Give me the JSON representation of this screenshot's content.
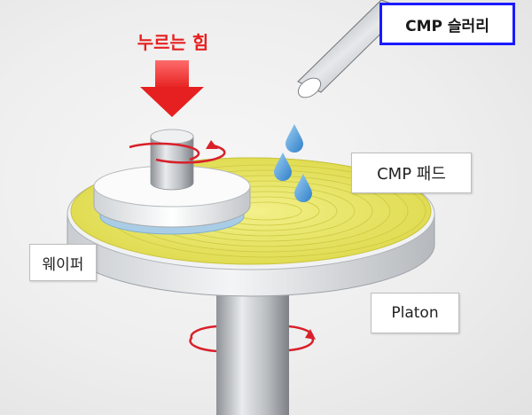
{
  "labels": {
    "slurry": "CMP 슬러리",
    "force": "누르는 힘",
    "pad": "CMP 패드",
    "wafer": "웨이퍼",
    "platen": "Platon"
  },
  "colors": {
    "slurry_box_border": "#1a1aff",
    "force_arrow": "#e62020",
    "rotation_arrow": "#d9202a",
    "pad": "#e6e45a",
    "slurry_drop": "#3b8fd6",
    "wafer_edge": "#a9cde6"
  },
  "icons": {
    "force": "down-arrow-icon",
    "rotation": "rotation-arrow-icon",
    "slurry": "slurry-nozzle-icon",
    "drop": "droplet-icon"
  }
}
